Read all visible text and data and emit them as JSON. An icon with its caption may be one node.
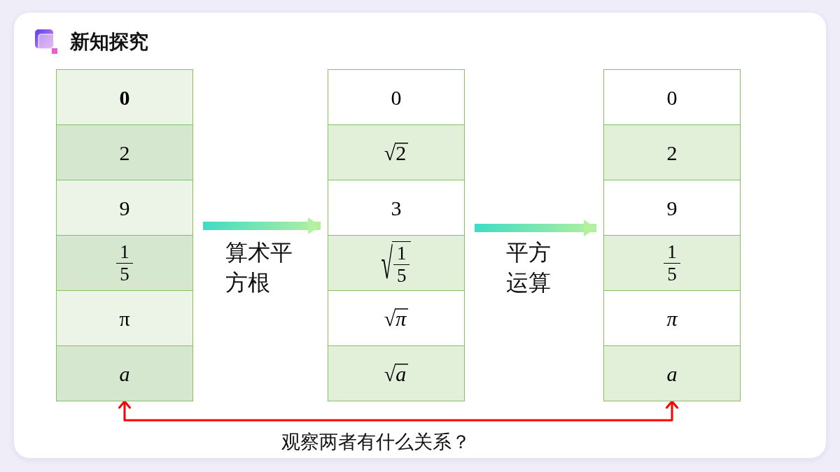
{
  "diagram": {
    "title": "新知探究",
    "nodes": [
      {
        "text": [],
        "shape": "box"
      },
      {
        "text": [
          "0"
        ],
        "in": 0
      },
      {
        "text": [
          "2"
        ],
        "in": 0
      },
      {
        "text": [
          "9"
        ],
        "in": 0
      },
      {
        "text": [
          "1",
          "5"
        ],
        "in": 0
      },
      {
        "text": [
          "π"
        ],
        "in": 0
      },
      {
        "text": [
          "a"
        ],
        "in": 0
      },
      {
        "text": [],
        "shape": "box"
      },
      {
        "text": [
          "0"
        ],
        "in": 7
      },
      {
        "text": [
          "√2"
        ],
        "in": 7
      },
      {
        "text": [
          "3"
        ],
        "in": 7
      },
      {
        "text": [
          "√",
          "1",
          "5"
        ],
        "in": 7
      },
      {
        "text": [
          "√π"
        ],
        "in": 7
      },
      {
        "text": [
          "√a"
        ],
        "in": 7
      },
      {
        "text": [],
        "shape": "box"
      },
      {
        "text": [
          "0"
        ],
        "in": 14
      },
      {
        "text": [
          "2"
        ],
        "in": 14
      },
      {
        "text": [
          "9"
        ],
        "in": 14
      },
      {
        "text": [
          "1",
          "5"
        ],
        "in": 14
      },
      {
        "text": [
          "π"
        ],
        "in": 14
      },
      {
        "text": [
          "a"
        ],
        "in": 14
      }
    ],
    "edges": [
      {
        "from": 0,
        "to": 7,
        "arrow": "to",
        "label": "算术平方根",
        "style": "thick"
      },
      {
        "from": 7,
        "to": 14,
        "arrow": "to",
        "label": "平方运算",
        "style": "thick"
      },
      {
        "from": 0,
        "to": 14,
        "arrow": "both",
        "label": "观察两者有什么关系？",
        "color": "#ff0000"
      }
    ]
  }
}
